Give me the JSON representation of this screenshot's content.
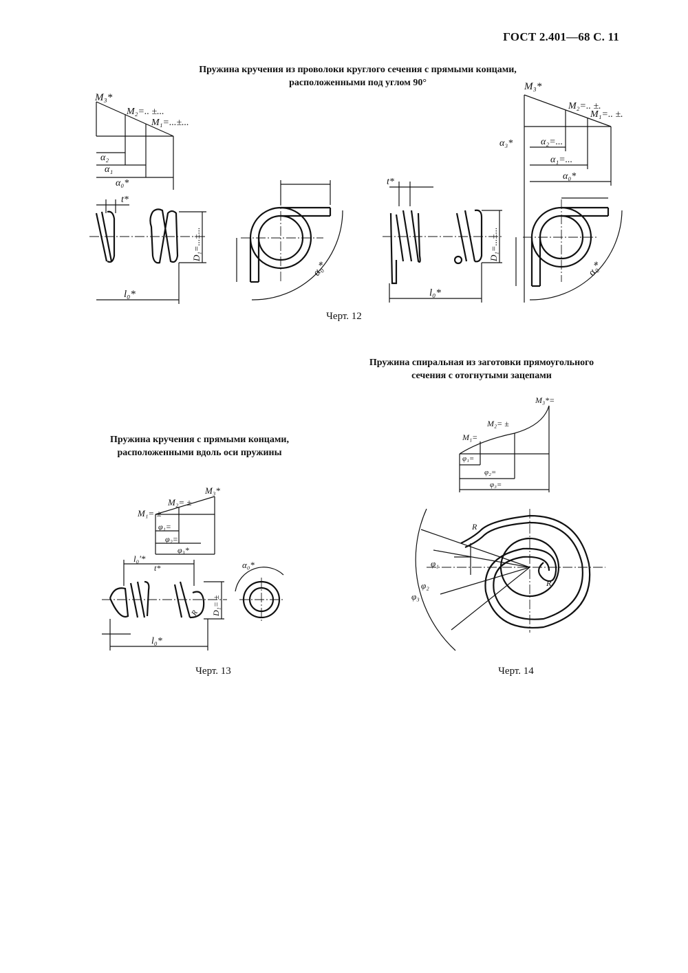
{
  "header": "ГОСТ 2.401—68 С. 11",
  "fig12": {
    "title_line1": "Пружина кручения из проволоки круглого сечения с прямыми концами,",
    "title_line2": "расположенными под углом 90°",
    "caption": "Черт. 12",
    "labels": {
      "m3": "M₃*",
      "m2": "M₂=.. ±...",
      "m1": "M₁=...±...",
      "a2": "α₂",
      "a1": "α₁",
      "a0": "α₀*",
      "t": "t*",
      "d1": "D₁=...±...",
      "l0": "l₀*",
      "a0_arc": "α₀*",
      "r_m3": "M₃*",
      "r_m2": "M₂=.. ±.",
      "r_m1": "M₁=.. ±.",
      "r_a3": "α₃*",
      "r_a2": "α₂=...",
      "r_a1": "α₁=...",
      "r_a0": "α₀*",
      "r_t": "t*",
      "r_d1": "D₁=...±...",
      "r_l0": "l₀*",
      "r_a0_arc": "α₀*"
    }
  },
  "fig13": {
    "title_line1": "Пружина кручения с прямыми концами,",
    "title_line2": "расположенными вдоль оси пружины",
    "caption": "Черт. 13",
    "labels": {
      "m3": "M₃*",
      "m2": "M₂= ±",
      "m1": "M₁= ±",
      "phi1": "φ₁=",
      "phi2": "φ₂=",
      "phi3": "φ₃*",
      "l0p": "l₀'*",
      "t": "t*",
      "d1": "D₁= ±",
      "l0": "l₀*",
      "a0": "α₀*",
      "r": "R"
    }
  },
  "fig14": {
    "title_line1": "Пружина спиральная из заготовки прямоугольного",
    "title_line2": "сечения с отогнутыми зацепами",
    "caption": "Черт. 14",
    "labels": {
      "m3": "M₃*=",
      "m2": "M₂= ±",
      "m1": "M₁=",
      "phi1": "φ₁=",
      "phi2": "φ₂=",
      "phi3": "φ₃=",
      "r1": "R",
      "r2": "R",
      "p1": "φ₁",
      "p2": "φ₂",
      "p3": "φ₃"
    }
  }
}
